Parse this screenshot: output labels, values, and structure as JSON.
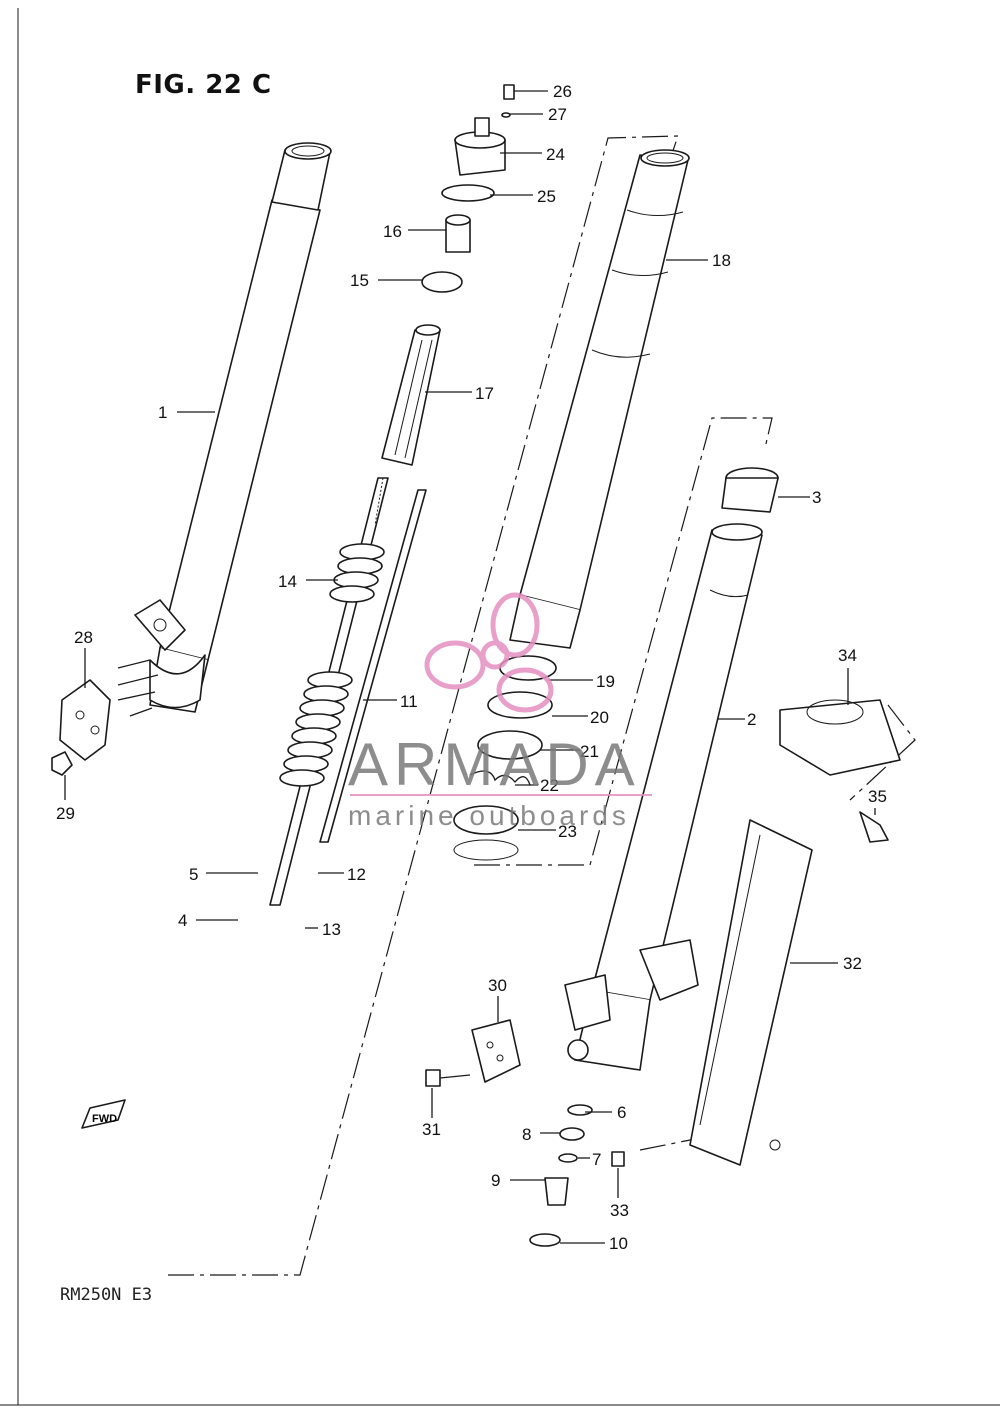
{
  "figure": {
    "title": "FIG. 22 C",
    "model": "RM250N  E3",
    "fwd_label": "FWD"
  },
  "watermark": {
    "name": "ARMADA",
    "subtitle": "marine outboards",
    "colors": {
      "text": "#7a7a7a",
      "logo": "#e58fc0"
    }
  },
  "callouts": [
    "1",
    "2",
    "3",
    "4",
    "5",
    "6",
    "7",
    "8",
    "9",
    "10",
    "11",
    "12",
    "13",
    "14",
    "15",
    "16",
    "17",
    "18",
    "19",
    "20",
    "21",
    "22",
    "23",
    "24",
    "25",
    "26",
    "27",
    "28",
    "29",
    "30",
    "31",
    "32",
    "33",
    "34",
    "35"
  ]
}
